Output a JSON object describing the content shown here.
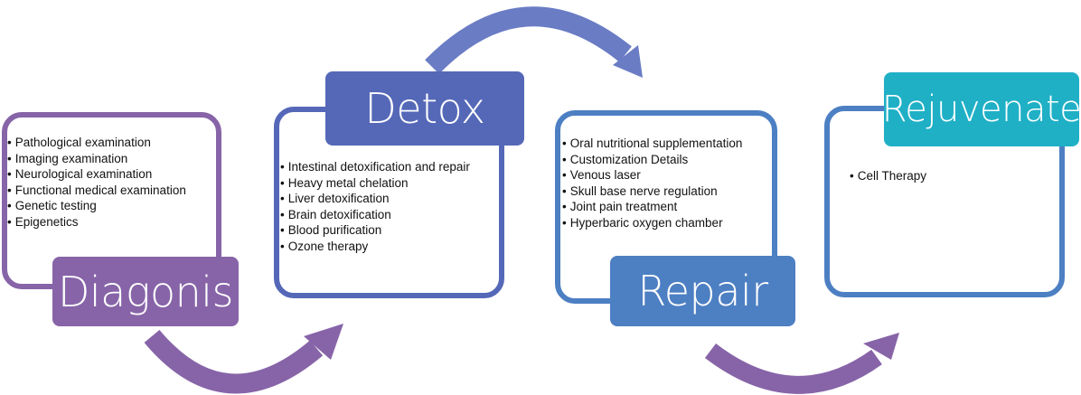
{
  "colors": {
    "purple": "#8764a8",
    "detox_blue": "#5568b8",
    "detox_arrow": "#6a7cc4",
    "repair_blue": "#4d7fc3",
    "teal": "#1fb0c6"
  },
  "stages": [
    {
      "title": "Diagonis",
      "items": [
        "Pathological examination",
        "Imaging examination",
        "Neurological examination",
        "Functional medical examination",
        "Genetic testing",
        "Epigenetics"
      ]
    },
    {
      "title": "Detox",
      "items": [
        "Intestinal detoxification and repair",
        "Heavy metal chelation",
        "Liver detoxification",
        "Brain detoxification",
        "Blood purification",
        "Ozone therapy"
      ]
    },
    {
      "title": "Repair",
      "items": [
        "Oral nutritional supplementation",
        "Customization Details",
        "Venous laser",
        "Skull base nerve regulation",
        "Joint pain treatment",
        "Hyperbaric oxygen chamber"
      ]
    },
    {
      "title": "Rejuvenate",
      "items": [
        "Cell Therapy"
      ]
    }
  ],
  "arrows": [
    {
      "from": "Diagonis",
      "to": "Detox",
      "icon": "curved-arrow-up-right"
    },
    {
      "from": "Detox",
      "to": "Repair",
      "icon": "curved-arrow-down-right"
    },
    {
      "from": "Repair",
      "to": "Rejuvenate",
      "icon": "curved-arrow-up-right"
    }
  ]
}
